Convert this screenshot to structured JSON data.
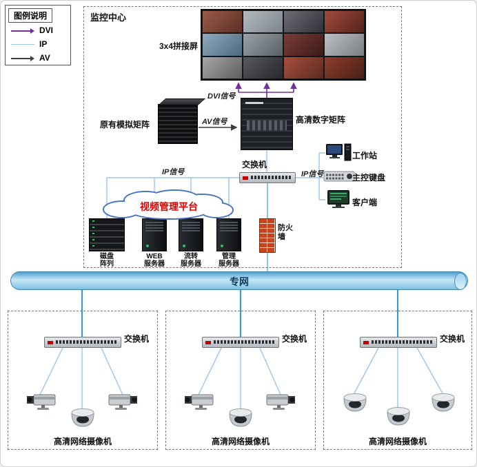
{
  "legend": {
    "title": "图例说明",
    "items": [
      {
        "label": "DVI",
        "type": "arrow",
        "color": "#7030A0"
      },
      {
        "label": "IP",
        "type": "line",
        "color": "#9DC3E6"
      },
      {
        "label": "AV",
        "type": "arrow",
        "color": "#3F3F3F"
      }
    ]
  },
  "monitoring_center": {
    "title": "监控中心",
    "video_wall": {
      "label": "3x4拼接屏",
      "rows": 3,
      "cols": 4,
      "cells": [
        "linear-gradient(135deg,#9a5b49,#5d2f26)",
        "linear-gradient(135deg,#b3b9bf,#7d858c)",
        "linear-gradient(135deg,#6e6f76,#303138)",
        "linear-gradient(135deg,#a14a3c,#55241d)",
        "linear-gradient(135deg,#8fa9bc,#4d6a80)",
        "linear-gradient(135deg,#9aa2a8,#596167)",
        "linear-gradient(135deg,#7c3c38,#3a1b18)",
        "linear-gradient(135deg,#bcc0c4,#7a7e82)",
        "linear-gradient(135deg,#a7a7a7,#5e5e5e)",
        "linear-gradient(135deg,#57595f,#26282c)",
        "linear-gradient(135deg,#a84f3d,#5a2a20)",
        "linear-gradient(135deg,#8e3e2c,#491f16)"
      ]
    },
    "signals": {
      "dvi": "DVI信号",
      "av": "AV信号",
      "ip_left": "IP信号",
      "ip_right": "IP信号"
    },
    "devices": {
      "analog_matrix": "原有模拟矩阵",
      "digital_matrix": "高清数字矩阵",
      "core_switch": "交换机",
      "workstation": "工作站",
      "control_keyboard": "主控键盘",
      "client": "客户端",
      "firewall": "防火\n墙"
    },
    "platform_cloud": "视频管理平台",
    "servers": [
      {
        "label": "磁盘\n阵列"
      },
      {
        "label": "WEB\n服务器"
      },
      {
        "label": "流转\n服务器"
      },
      {
        "label": "管理\n服务器"
      }
    ]
  },
  "backbone": {
    "label": "专网"
  },
  "sites": [
    {
      "switch_label": "交换机",
      "cameras_label": "高清网络摄像机"
    },
    {
      "switch_label": "交换机",
      "cameras_label": "高清网络摄像机"
    },
    {
      "switch_label": "交换机",
      "cameras_label": "高清网络摄像机"
    }
  ],
  "colors": {
    "dvi": "#7030A0",
    "ip": "#9DC3E6",
    "av": "#3F3F3F",
    "backbone_drop": "#2E9BD6",
    "cloud_text": "#E00000",
    "firewall_brick": "#C8441F",
    "pipe_fill": "#7FC0E2"
  }
}
